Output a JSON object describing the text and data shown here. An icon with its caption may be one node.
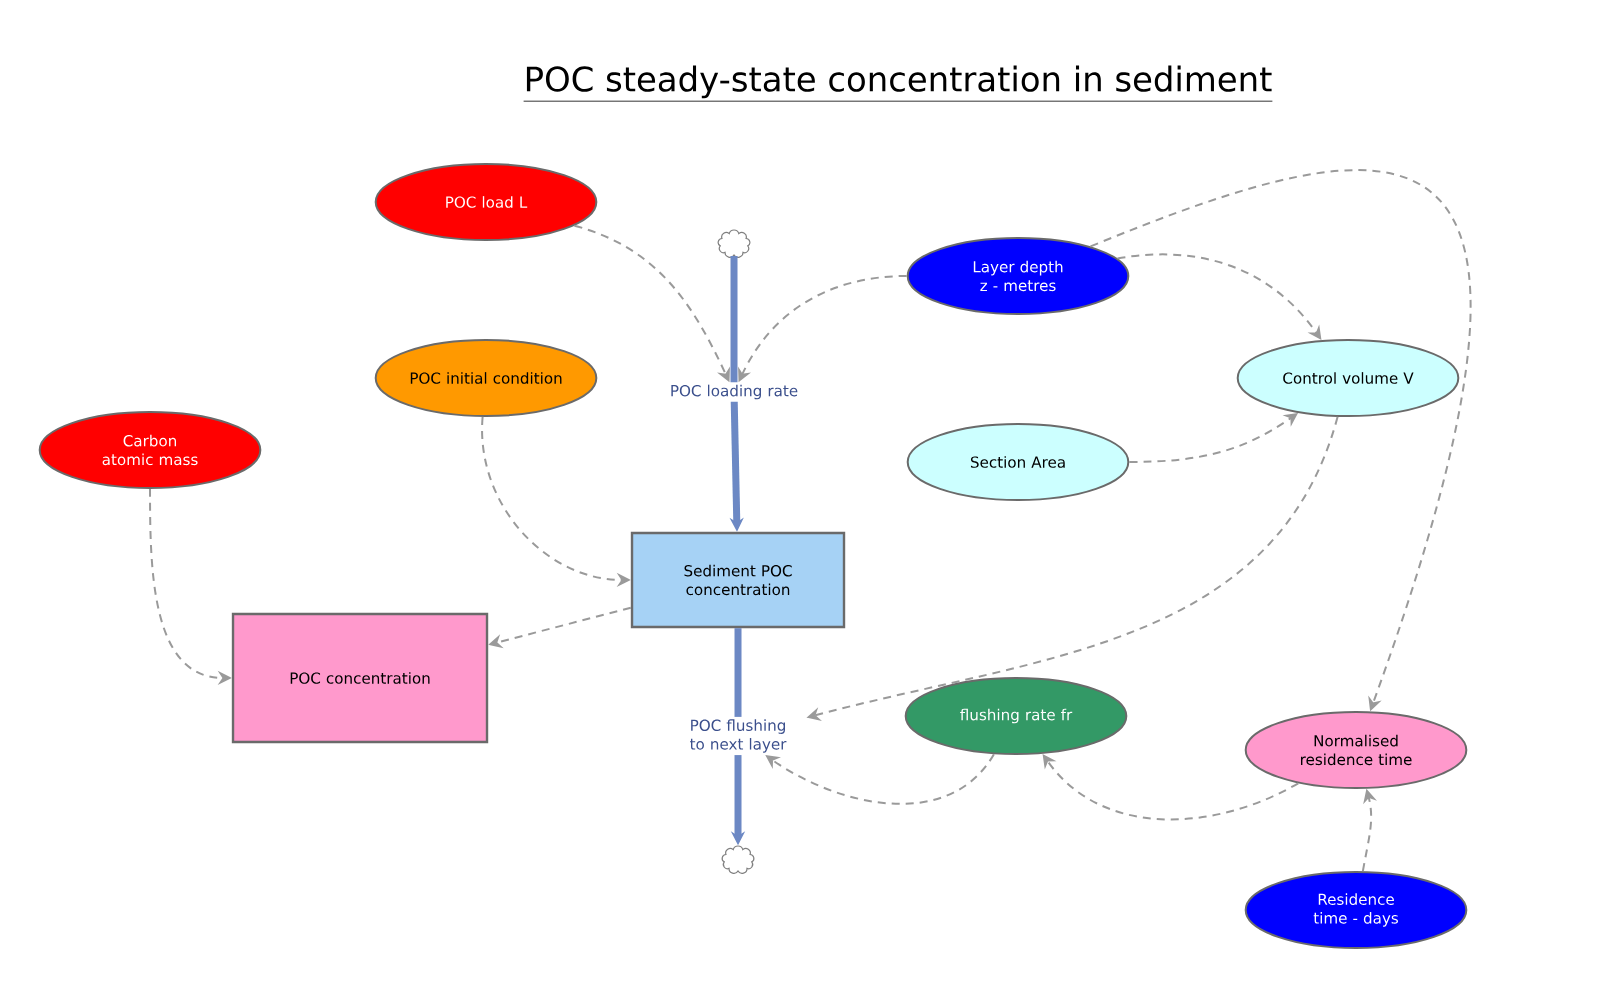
{
  "diagram": {
    "title": "POC steady-state concentration in sediment",
    "nodes": [
      {
        "text": [
          "POC load L"
        ]
      },
      {
        "text": [],
        "shape": "cloud"
      },
      {
        "text": [
          "Layer depth z - metres"
        ]
      },
      {
        "text": [
          "POC initial condition"
        ]
      },
      {
        "text": [
          "Control volume V"
        ]
      },
      {
        "text": [
          "Carbon atomic mass"
        ]
      },
      {
        "text": [
          "Section Area"
        ]
      },
      {
        "text": [
          "POC loading rate"
        ]
      },
      {
        "text": [
          "Sediment POC concentration"
        ]
      },
      {
        "text": [
          "POC concentration"
        ]
      },
      {
        "text": [
          "POC flushing to next layer"
        ]
      },
      {
        "text": [
          "flushing rate fr"
        ]
      },
      {
        "text": [
          "Normalised residence time"
        ]
      },
      {
        "text": [],
        "shape": "cloud"
      },
      {
        "text": [
          "Residence time - days"
        ]
      }
    ],
    "edges": [
      {
        "from": 1,
        "to": 7,
        "arrow": "none",
        "style": "thick",
        "color": "#6c88c4"
      },
      {
        "from": 7,
        "to": 8,
        "arrow": "to",
        "style": "thick",
        "color": "#6c88c4"
      },
      {
        "from": 8,
        "to": 10,
        "arrow": "none",
        "style": "thick",
        "color": "#6c88c4"
      },
      {
        "from": 10,
        "to": 13,
        "arrow": "to",
        "style": "thick",
        "color": "#6c88c4"
      },
      {
        "from": 0,
        "to": 7,
        "arrow": "to",
        "style": "dashed"
      },
      {
        "from": 2,
        "to": 7,
        "arrow": "to",
        "style": "dashed"
      },
      {
        "from": 3,
        "to": 8,
        "arrow": "to",
        "style": "dashed"
      },
      {
        "from": 8,
        "to": 9,
        "arrow": "to",
        "style": "dashed"
      },
      {
        "from": 5,
        "to": 9,
        "arrow": "to",
        "style": "dashed"
      },
      {
        "from": 2,
        "to": 4,
        "arrow": "to",
        "style": "dashed"
      },
      {
        "from": 6,
        "to": 4,
        "arrow": "to",
        "style": "dashed"
      },
      {
        "from": 4,
        "to": 10,
        "arrow": "to",
        "style": "dashed"
      },
      {
        "from": 11,
        "to": 10,
        "arrow": "to",
        "style": "dashed"
      },
      {
        "from": 12,
        "to": 11,
        "arrow": "to",
        "style": "dashed"
      },
      {
        "from": 14,
        "to": 12,
        "arrow": "to",
        "style": "dashed"
      },
      {
        "from": 2,
        "to": 12,
        "arrow": "to",
        "style": "dashed"
      }
    ]
  }
}
